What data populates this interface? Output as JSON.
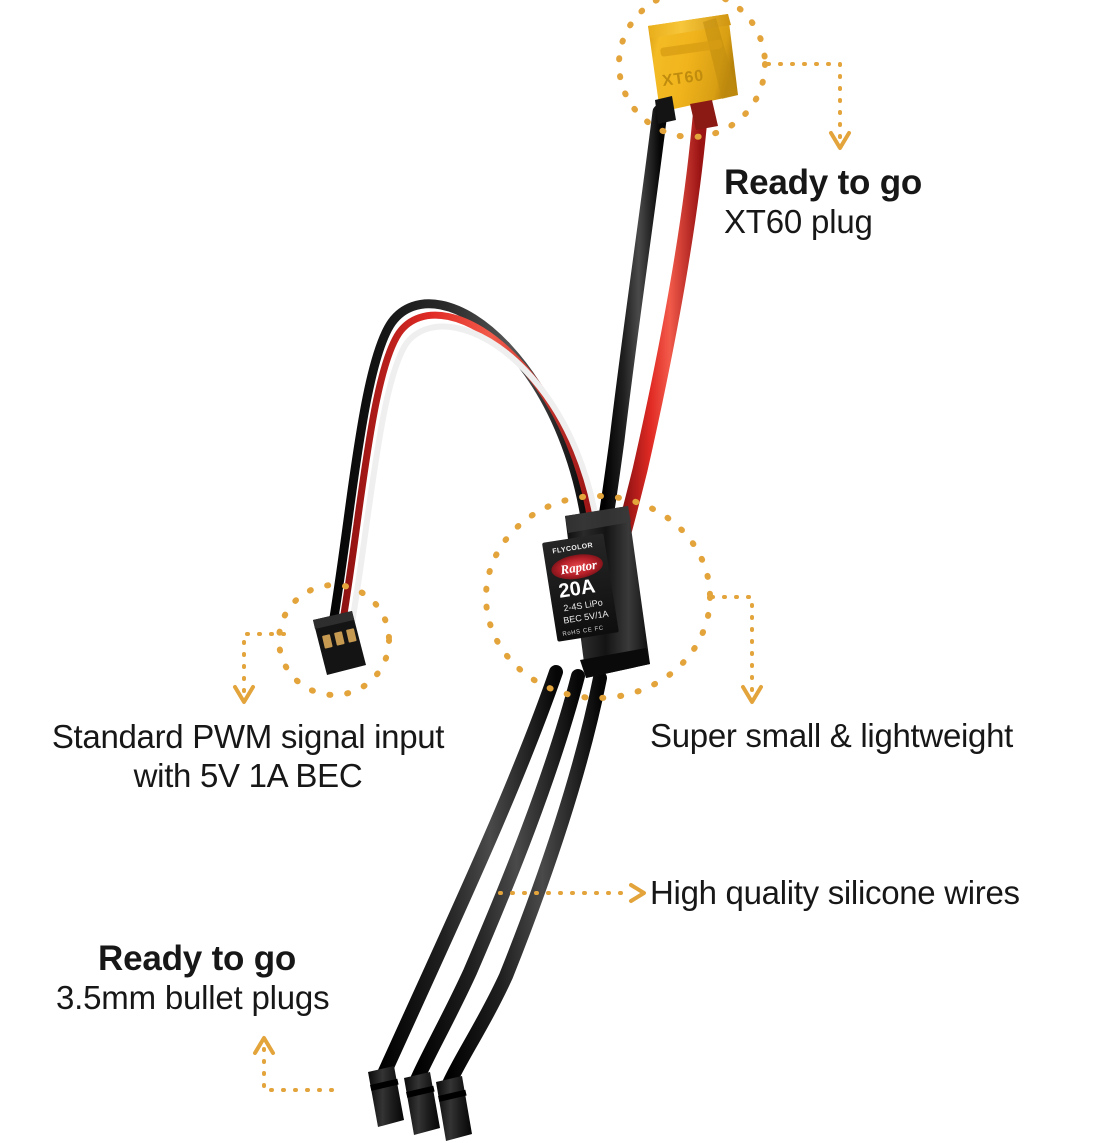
{
  "product": {
    "brand": "FLYCOLOR",
    "series": "Raptor",
    "current_rating": "20A",
    "battery_spec": "2-4S LiPo",
    "bec_spec": "BEC 5V/1A",
    "certifications": "RoHS CE FC",
    "connector_marking": "XT60"
  },
  "callouts": {
    "xt60": {
      "headline": "Ready to go",
      "subline": "XT60 plug"
    },
    "pwm": {
      "line1": "Standard PWM signal input",
      "line2": "with 5V 1A BEC"
    },
    "small": {
      "text": "Super small & lightweight"
    },
    "wires": {
      "text": "High quality silicone wires"
    },
    "bullet": {
      "headline": "Ready to go",
      "subline": "3.5mm bullet plugs"
    }
  },
  "colors": {
    "background": "#ffffff",
    "text": "#171717",
    "accent_dotted": "#e3a43c",
    "xt60_yellow": "#f0b41d",
    "xt60_yellow_dark": "#d18f12",
    "wire_red": "#d32020",
    "wire_black": "#151515",
    "esc_body": "#1d1d1d",
    "label_red": "#c62026"
  }
}
